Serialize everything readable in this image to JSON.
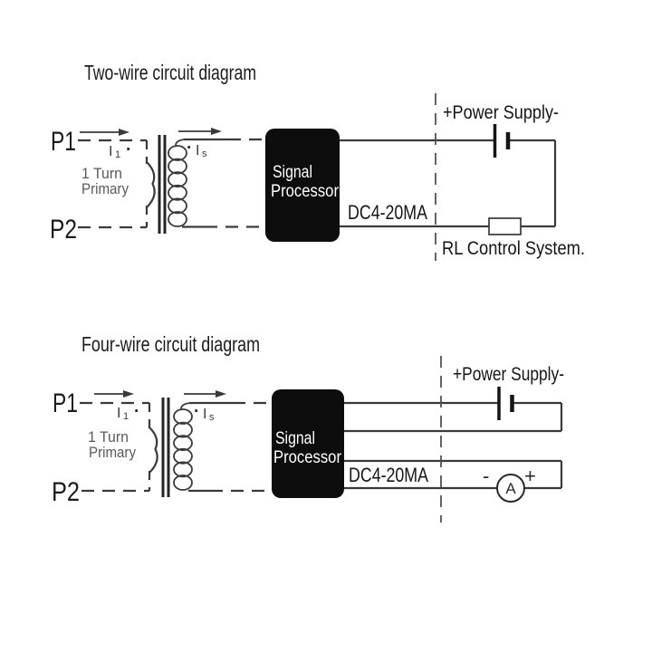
{
  "image_type": "current-transformer wiring instruction sheet",
  "colors": {
    "background": "#ffffff",
    "wire": "#3a3a3a",
    "text": "#1c1c1c",
    "muted_text": "#5a5a5a",
    "processor_fill": "#0d0d0d",
    "processor_text": "#ffffff"
  },
  "diagrams": [
    {
      "title": "Two-wire circuit diagram",
      "terminals": {
        "p1": "P1",
        "p2": "P2"
      },
      "primary": {
        "current_symbol": "I",
        "current_subscript": "1",
        "polarity_dot": "·",
        "winding_note_line1": "1 Turn",
        "winding_note_line2": "Primary"
      },
      "secondary": {
        "polarity_dot": "·",
        "current_symbol": "I",
        "current_subscript": "s"
      },
      "processor": {
        "line1": "Signal",
        "line2": "Processor"
      },
      "output_label": "DC4-20MA",
      "power_supply_label": "+Power Supply-",
      "load_label": "RL Control System."
    },
    {
      "title": "Four-wire circuit diagram",
      "terminals": {
        "p1": "P1",
        "p2": "P2"
      },
      "primary": {
        "current_symbol": "I",
        "current_subscript": "1",
        "polarity_dot": "·",
        "winding_note_line1": "1 Turn",
        "winding_note_line2": "Primary"
      },
      "secondary": {
        "polarity_dot": "·",
        "current_symbol": "I",
        "current_subscript": "s"
      },
      "processor": {
        "line1": "Signal",
        "line2": "Processor"
      },
      "output_label": "DC4-20MA",
      "power_supply_label": "+Power Supply-",
      "ammeter": {
        "symbol": "A",
        "minus": "-",
        "plus": "+"
      }
    }
  ]
}
